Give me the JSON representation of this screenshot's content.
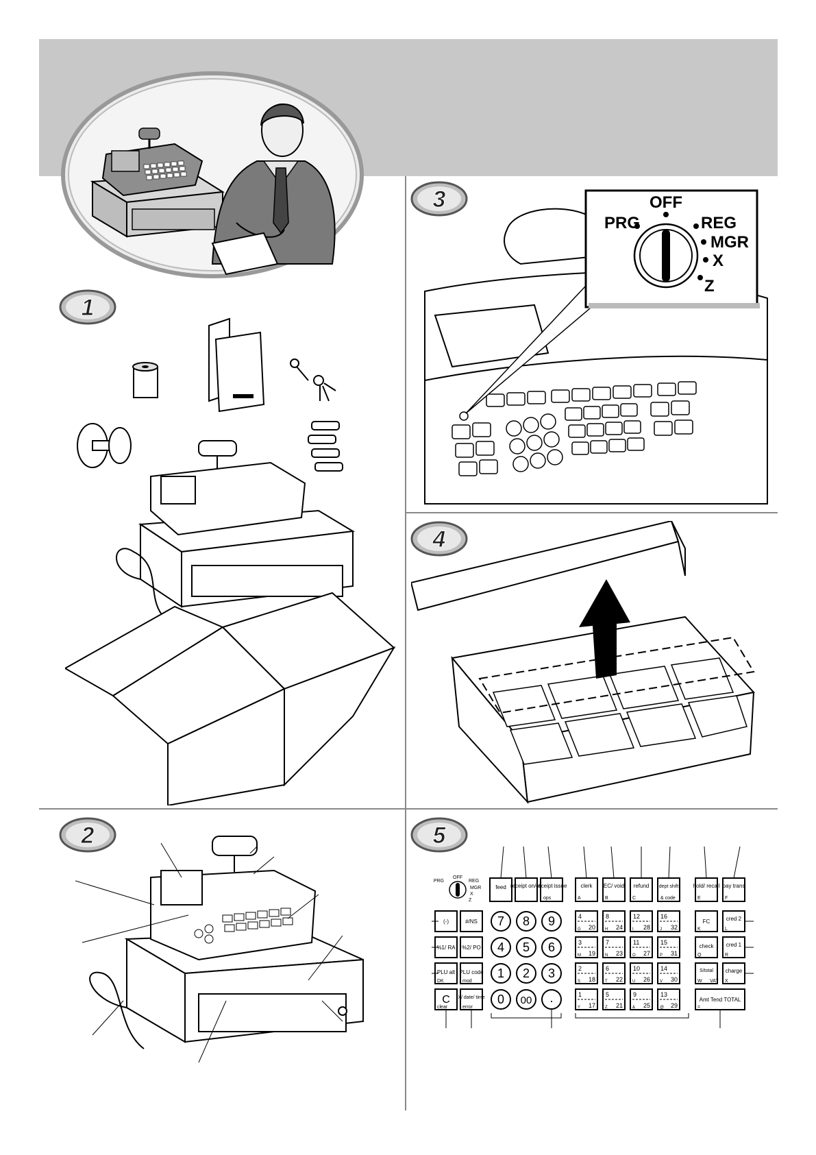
{
  "steps": [
    {
      "number": "1"
    },
    {
      "number": "2"
    },
    {
      "number": "3"
    },
    {
      "number": "4"
    },
    {
      "number": "5"
    }
  ],
  "key_switch": {
    "positions": [
      "OFF",
      "PRG",
      "REG",
      "MGR",
      "X",
      "Z"
    ]
  },
  "keyboard": {
    "function_keys": [
      {
        "label": "feed",
        "sub": ""
      },
      {
        "label": "receipt on/off",
        "sub": ""
      },
      {
        "label": "receipt issue",
        "sub": "ops"
      },
      {
        "label": "clerk",
        "sub": "A"
      },
      {
        "label": "EC/ void",
        "sub": "B"
      },
      {
        "label": "refund",
        "sub": "C"
      },
      {
        "label": "dept shift",
        "sub": "& code"
      },
      {
        "label": "hold/ recall",
        "sub": "E"
      },
      {
        "label": "pay trans",
        "sub": "F"
      }
    ],
    "left_keys": [
      {
        "label": "(-)",
        "sub": ""
      },
      {
        "label": "#/NS",
        "sub": ""
      },
      {
        "label": "%1/ RA",
        "sub": ""
      },
      {
        "label": "%2/ PO",
        "sub": ""
      },
      {
        "label": "PLU alt",
        "sub": "DK"
      },
      {
        "label": "PLU code",
        "sub": "mod"
      },
      {
        "label": "C",
        "sub": "clear"
      },
      {
        "label": "X/ date/ time",
        "sub": "error"
      }
    ],
    "numpad": [
      "7",
      "8",
      "9",
      "4",
      "5",
      "6",
      "1",
      "2",
      "3",
      "0",
      "00",
      "."
    ],
    "dept_keys": [
      {
        "top": "4",
        "bottom": "20",
        "sub": "G"
      },
      {
        "top": "8",
        "bottom": "24",
        "sub": "H"
      },
      {
        "top": "12",
        "bottom": "28",
        "sub": "I"
      },
      {
        "top": "16",
        "bottom": "32",
        "sub": "J"
      },
      {
        "top": "3",
        "bottom": "19",
        "sub": "M"
      },
      {
        "top": "7",
        "bottom": "23",
        "sub": "N"
      },
      {
        "top": "11",
        "bottom": "27",
        "sub": "O"
      },
      {
        "top": "15",
        "bottom": "31",
        "sub": "P"
      },
      {
        "top": "2",
        "bottom": "18",
        "sub": "S"
      },
      {
        "top": "6",
        "bottom": "22",
        "sub": "T"
      },
      {
        "top": "10",
        "bottom": "26",
        "sub": "U"
      },
      {
        "top": "14",
        "bottom": "30",
        "sub": "V"
      },
      {
        "top": "1",
        "bottom": "17",
        "sub": "Y"
      },
      {
        "top": "5",
        "bottom": "21",
        "sub": "Z"
      },
      {
        "top": "9",
        "bottom": "25",
        "sub": "&"
      },
      {
        "top": "13",
        "bottom": "29",
        "sub": "@"
      }
    ],
    "right_keys": [
      {
        "label": "FC",
        "sub": "K"
      },
      {
        "label": "cred 2",
        "sub": "L"
      },
      {
        "label": "check",
        "sub": "Q"
      },
      {
        "label": "cred 1",
        "sub": "R"
      },
      {
        "label": "S/total",
        "sub": "W"
      },
      {
        "label": "VAT",
        "sub": ""
      },
      {
        "label": "charge",
        "sub": "X"
      }
    ],
    "total_key": {
      "label": "Amt Tend TOTAL",
      "sub": "="
    }
  }
}
